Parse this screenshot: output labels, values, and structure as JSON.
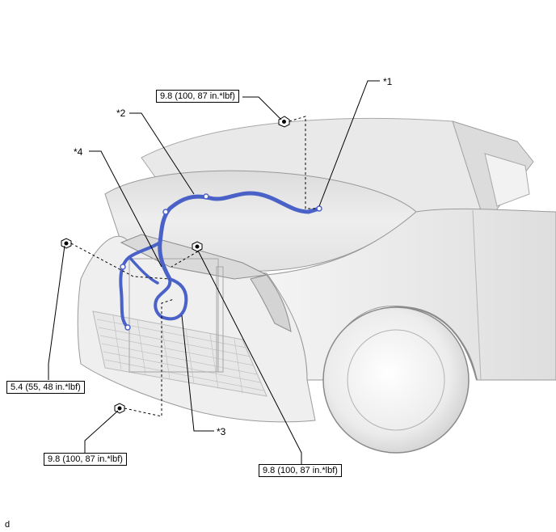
{
  "torque_specs": {
    "hood_top_bolt": "9.8 (100, 87 in.*lbf)",
    "left_side_bolt": "5.4 (55, 48 in.*lbf)",
    "lower_bolt": "9.8 (100, 87 in.*lbf)",
    "center_bolt": "9.8 (100, 87 in.*lbf)"
  },
  "callouts": {
    "c1": "*1",
    "c2": "*2",
    "c3": "*3",
    "c4": "*4"
  },
  "figure_code": "d",
  "colors": {
    "hose": "#4a62c8",
    "body_line": "#9a9a9a",
    "body_shade": "#e6e6e6",
    "leader": "#000000"
  }
}
